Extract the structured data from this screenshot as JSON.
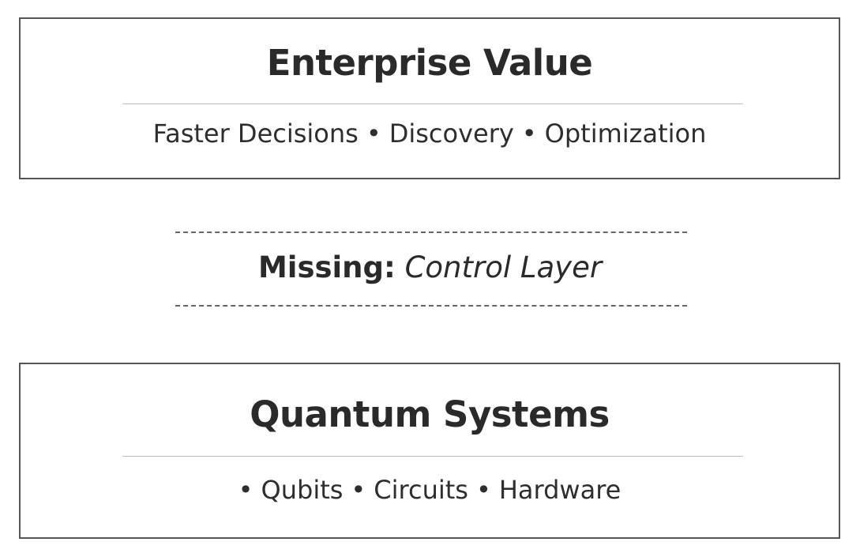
{
  "top_box": {
    "title": "Enterprise Value",
    "items": [
      "Faster Decisions",
      "Discovery",
      "Optimization"
    ],
    "separator": "•"
  },
  "gap": {
    "label": "Missing:",
    "value": "Control Layer"
  },
  "bottom_box": {
    "title": "Quantum Systems",
    "leading_bullet": "•",
    "items": [
      "Qubits",
      "Circuits",
      "Hardware"
    ],
    "separator": "•"
  },
  "colors": {
    "border": "#555555",
    "divider": "#bdbdbd",
    "dashed": "#666666",
    "text": "#2a2a2a",
    "background": "#ffffff"
  }
}
